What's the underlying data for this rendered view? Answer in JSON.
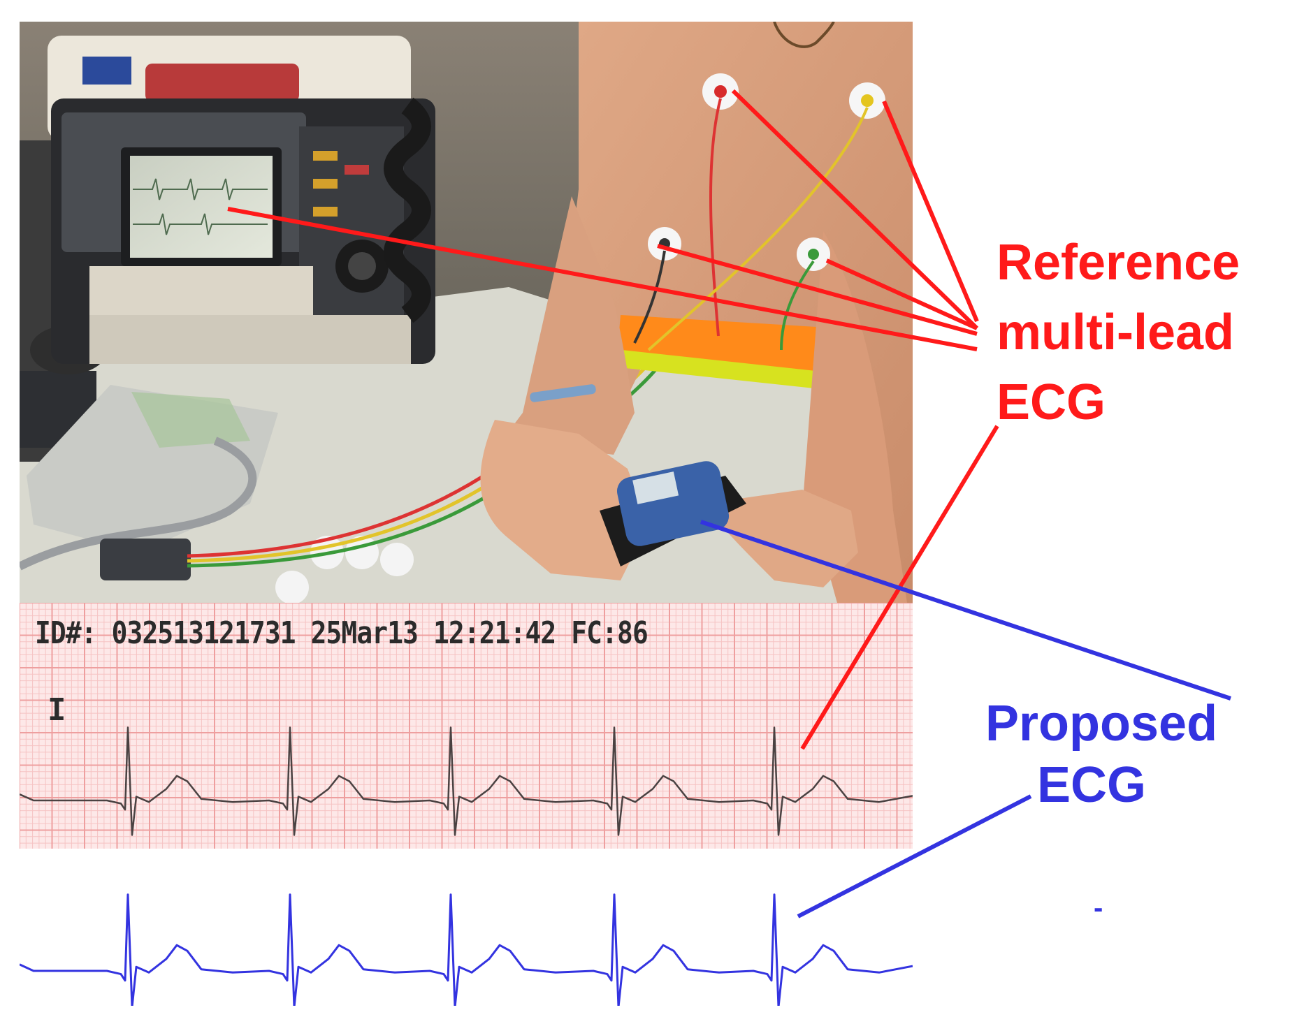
{
  "labels": {
    "reference_line1": "Reference",
    "reference_line2": "multi-lead",
    "reference_line3": "ECG",
    "proposed_line1": "Proposed",
    "proposed_line2": "ECG",
    "stray_mark": "-"
  },
  "ecg_strip": {
    "header": "ID#: 032513121731 25Mar13 12:21:42 FC:86",
    "lead": "I"
  },
  "colors": {
    "reference": "#ff1a1a",
    "proposed": "#3333e0",
    "grid_minor": "#f6c3c3",
    "grid_major": "#ee9f9f",
    "strip_bg": "#fde8e8",
    "trace": "#4a4242"
  }
}
